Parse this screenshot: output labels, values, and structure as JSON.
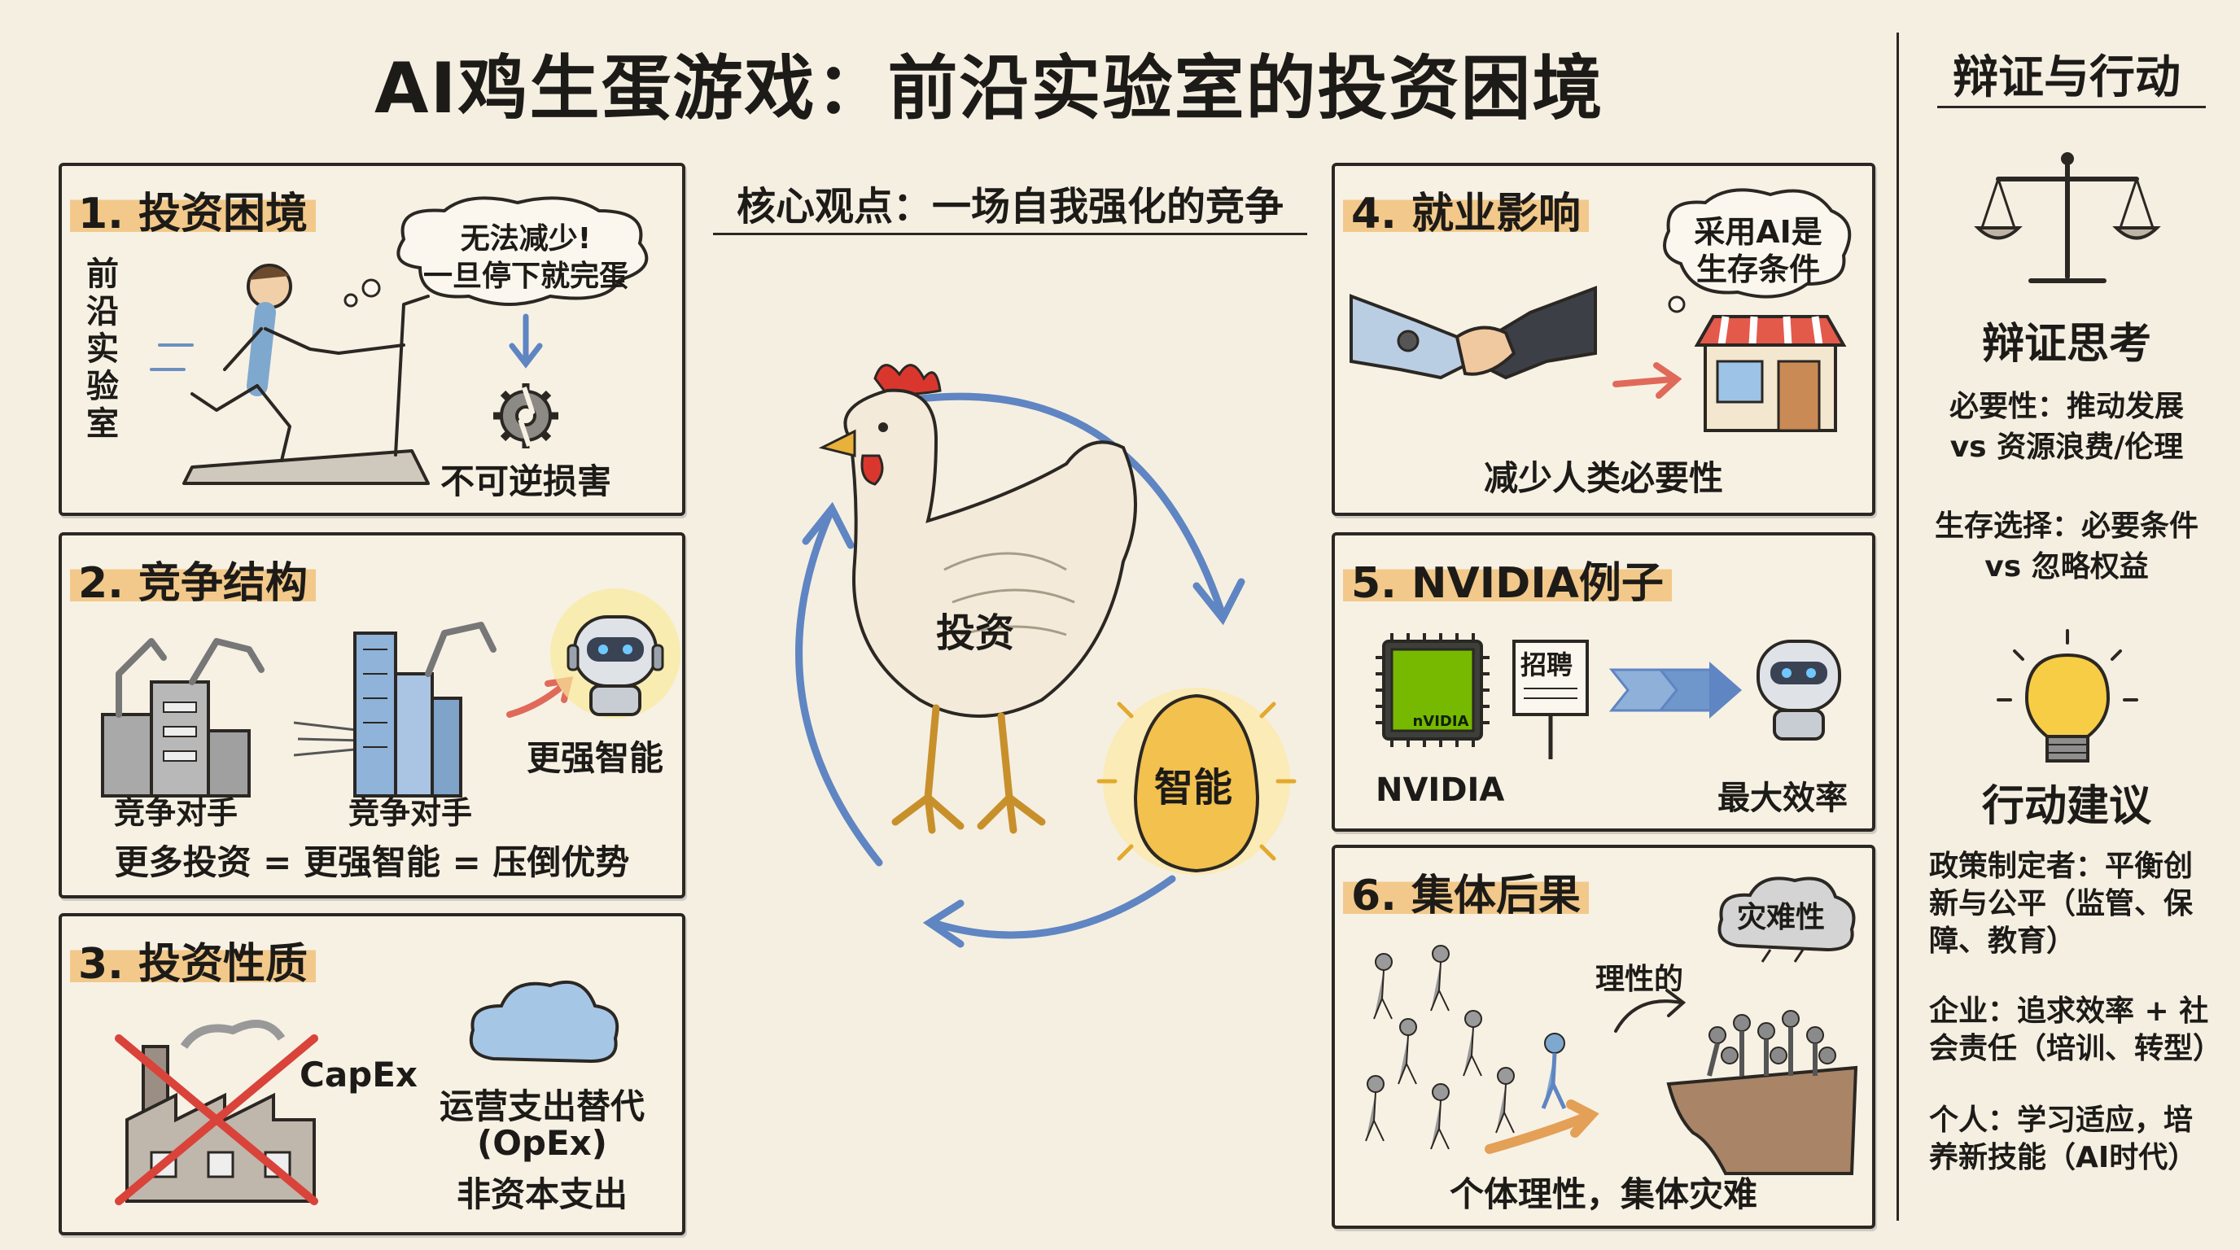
{
  "title": "AI鸡生蛋游戏：前沿实验室的投资困境",
  "center": {
    "heading": "核心观点：一场自我强化的竞争",
    "chicken_label": "投资",
    "egg_label": "智能"
  },
  "panel1": {
    "title": "1. 投资困境",
    "side_label": "前沿实验室",
    "thought": [
      "无法减少!",
      "一旦停下就完蛋"
    ],
    "harm_label": "不可逆损害"
  },
  "panel2": {
    "title": "2. 竞争结构",
    "rival1": "竞争对手",
    "rival2": "竞争对手",
    "robot_label": "更强智能",
    "equation": "更多投资 = 更强智能 = 压倒优势"
  },
  "panel3": {
    "title": "3. 投资性质",
    "capex": "CapEx",
    "opex_lines": [
      "运营支出替代",
      "(OpEx)",
      "非资本支出"
    ]
  },
  "panel4": {
    "title": "4. 就业影响",
    "bubble": [
      "采用AI是",
      "生存条件"
    ],
    "caption": "减少人类必要性"
  },
  "panel5": {
    "title": "5. NVIDIA例子",
    "chip_text": "nVIDIA",
    "sign_text": "招聘",
    "left_caption": "NVIDIA",
    "right_caption": "最大效率"
  },
  "panel6": {
    "title": "6. 集体后果",
    "cloud": "灾难性",
    "rational": "理性的",
    "caption": "个体理性，集体灾难"
  },
  "sidebar": {
    "title": "辩证与行动",
    "think_heading": "辩证思考",
    "think_items": [
      [
        "必要性：推动发展",
        "vs 资源浪费/伦理"
      ],
      [
        "生存选择：必要条件",
        "vs 忽略权益"
      ]
    ],
    "action_heading": "行动建议",
    "action_items": [
      [
        "政策制定者：平衡创",
        "新与公平（监管、保",
        "障、教育）"
      ],
      [
        "企业：追求效率 + 社",
        "会责任（培训、转型）"
      ],
      [
        "个人：学习适应，培",
        "养新技能（AI时代）"
      ]
    ]
  },
  "colors": {
    "highlight": "#f2c98a",
    "arrow_blue": "#5f85c2",
    "arrow_red": "#e06a5a",
    "egg": "#f2c14e",
    "nvidia_green": "#76b900"
  }
}
